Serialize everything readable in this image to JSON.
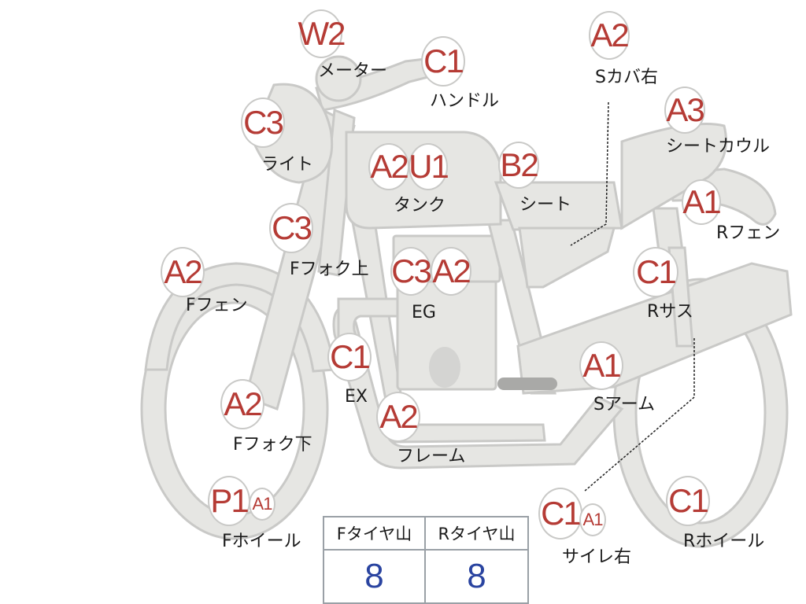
{
  "parts": [
    {
      "id": "meter",
      "grades": [
        "W2"
      ],
      "label": "メーター"
    },
    {
      "id": "handle",
      "grades": [
        "C1"
      ],
      "label": "ハンドル"
    },
    {
      "id": "light",
      "grades": [
        "C3"
      ],
      "label": "ライト"
    },
    {
      "id": "tank",
      "grades": [
        "A2",
        "U1"
      ],
      "label": "タンク"
    },
    {
      "id": "seat",
      "grades": [
        "B2"
      ],
      "label": "シート"
    },
    {
      "id": "side-cover",
      "grades": [
        "A2"
      ],
      "label": "Sカバ右"
    },
    {
      "id": "seat-cowl",
      "grades": [
        "A3"
      ],
      "label": "シートカウル"
    },
    {
      "id": "rear-fender",
      "grades": [
        "A1"
      ],
      "label": "Rフェン"
    },
    {
      "id": "fork-upper",
      "grades": [
        "C3"
      ],
      "label": "Fフォク上"
    },
    {
      "id": "front-fender",
      "grades": [
        "A2"
      ],
      "label": "Fフェン"
    },
    {
      "id": "engine",
      "grades": [
        "C3",
        "A2"
      ],
      "label": "EG"
    },
    {
      "id": "rear-sus",
      "grades": [
        "C1"
      ],
      "label": "Rサス"
    },
    {
      "id": "exhaust",
      "grades": [
        "C1"
      ],
      "label": "EX"
    },
    {
      "id": "swing-arm",
      "grades": [
        "A1"
      ],
      "label": "Sアーム"
    },
    {
      "id": "fork-lower",
      "grades": [
        "A2"
      ],
      "label": "Fフォク下"
    },
    {
      "id": "frame",
      "grades": [
        "A2"
      ],
      "label": "フレーム"
    },
    {
      "id": "front-wheel",
      "grades": [
        "P1",
        "A1"
      ],
      "label": "Fホイール"
    },
    {
      "id": "muffler",
      "grades": [
        "C1",
        "A1"
      ],
      "label": "サイレ右"
    },
    {
      "id": "rear-wheel",
      "grades": [
        "C1"
      ],
      "label": "Rホイール"
    }
  ],
  "tire_table": {
    "front_header": "Fタイヤ山",
    "rear_header": "Rタイヤ山",
    "front_value": "8",
    "rear_value": "8"
  }
}
